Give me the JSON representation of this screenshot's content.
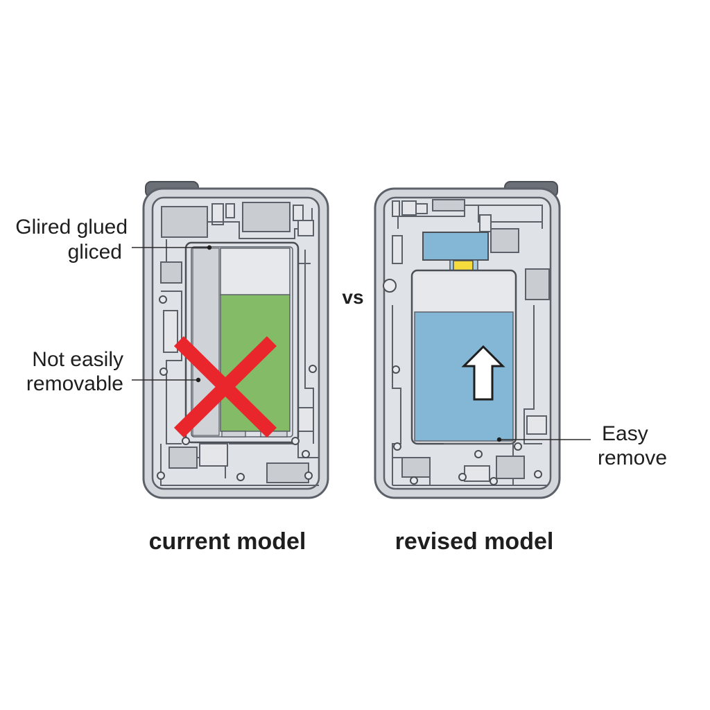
{
  "labels": {
    "left_top_line1": "Glired glued",
    "left_top_line2": "gliced",
    "left_mid_line1": "Not easily",
    "left_mid_line2": "removable",
    "vs": "vs",
    "right_line1": "Easy",
    "right_line2": "remove",
    "caption_left": "current model",
    "caption_right": "revised model"
  },
  "colors": {
    "battery_green": "#84bb67",
    "battery_blue": "#84b7d6",
    "cross_red": "#e8262b",
    "tab_yellow": "#f5dc3c",
    "arrow_white": "#ffffff"
  },
  "icons": {
    "cross": "red-x-icon",
    "arrow": "up-arrow-icon"
  }
}
